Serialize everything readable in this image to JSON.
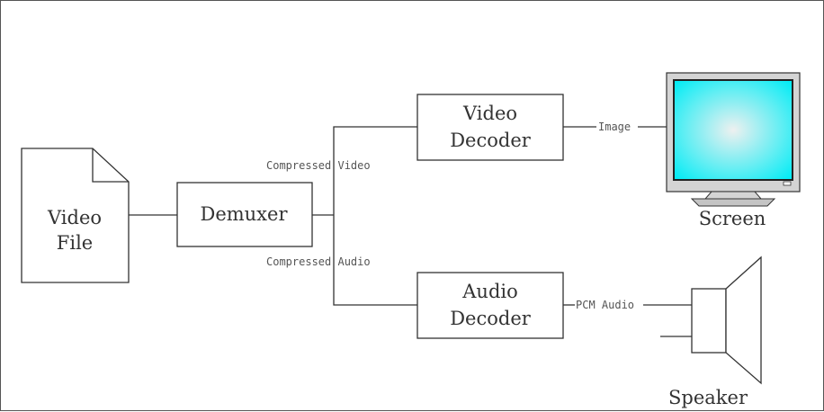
{
  "nodes": {
    "video_file": {
      "line1": "Video",
      "line2": "File"
    },
    "demuxer": {
      "label": "Demuxer"
    },
    "video_decoder": {
      "line1": "Video",
      "line2": "Decoder"
    },
    "audio_decoder": {
      "line1": "Audio",
      "line2": "Decoder"
    },
    "screen": {
      "label": "Screen"
    },
    "speaker": {
      "label": "Speaker"
    }
  },
  "edges": {
    "compressed_video": "Compressed Video",
    "compressed_audio": "Compressed Audio",
    "image": "Image",
    "pcm_audio": "PCM Audio"
  },
  "colors": {
    "screen_center": "#e6ecec",
    "screen_edge": "#00eef6",
    "monitor_frame": "#d4d4d4",
    "line": "#333333"
  }
}
